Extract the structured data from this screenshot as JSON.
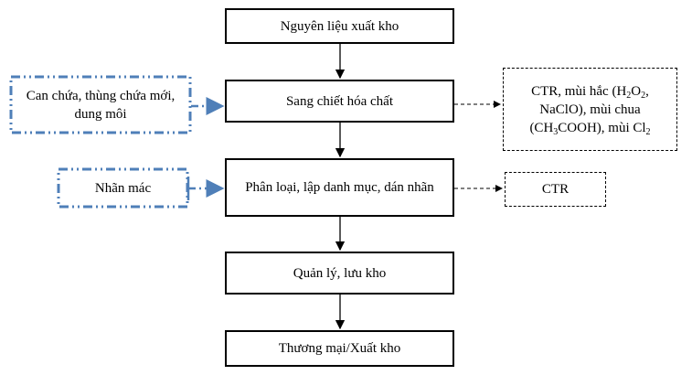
{
  "colors": {
    "main_border": "#000000",
    "input_border": "#4f7fb8",
    "arrow": "#000000"
  },
  "process_steps": [
    {
      "label": "Nguyên liệu xuất kho"
    },
    {
      "label": "Sang chiết hóa chất"
    },
    {
      "label": "Phân loại, lập danh mục, dán nhãn"
    },
    {
      "label": "Quản lý, lưu kho"
    },
    {
      "label": "Thương mại/Xuất kho"
    }
  ],
  "inputs": [
    {
      "label": "Can chứa, thùng chứa mới, dung môi",
      "target_step": 1
    },
    {
      "label": "Nhãn mác",
      "target_step": 2
    }
  ],
  "outputs": [
    {
      "source_step": 1,
      "parts": [
        "CTR, mùi hắc (H",
        "2",
        "O",
        "2",
        ", NaClO), mùi chua (CH",
        "3",
        "COOH), mùi Cl",
        "2"
      ]
    },
    {
      "source_step": 2,
      "label": "CTR"
    }
  ]
}
